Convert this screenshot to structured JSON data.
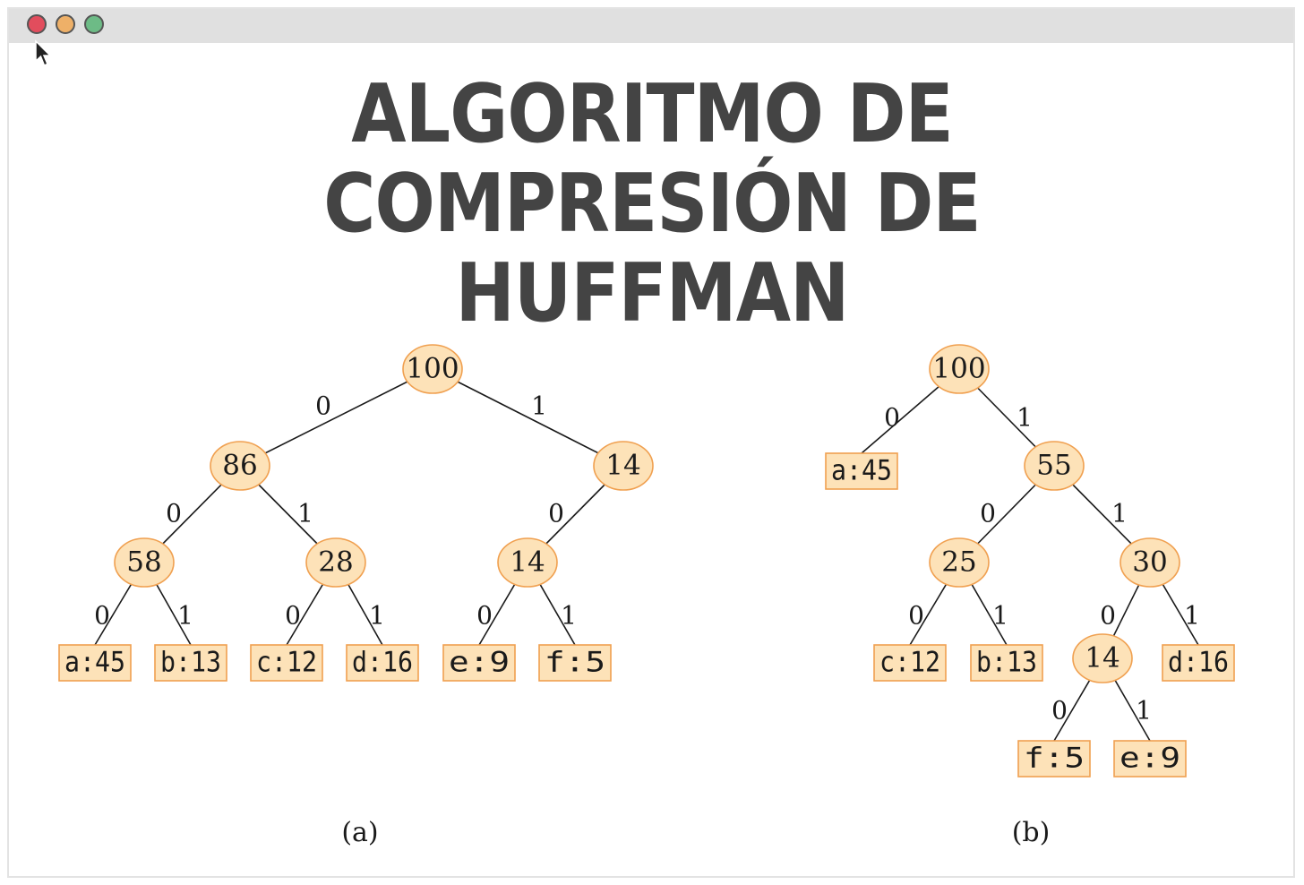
{
  "window": {
    "buttons": [
      {
        "name": "close",
        "color": "#e24d5d"
      },
      {
        "name": "minimize",
        "color": "#eeb068"
      },
      {
        "name": "maximize",
        "color": "#6dbb86"
      }
    ]
  },
  "title": {
    "line1": "ALGORITMO DE COMPRESIÓN DE",
    "line2": "HUFFMAN"
  },
  "colors": {
    "node_fill": "#fde2b8",
    "node_stroke": "#f0a050",
    "title_text": "#444444"
  },
  "trees": [
    {
      "caption": "(a)",
      "nodes": [
        {
          "id": "a_root",
          "label": "100",
          "kind": "inner"
        },
        {
          "id": "a_86",
          "label": "86",
          "kind": "inner"
        },
        {
          "id": "a_14r",
          "label": "14",
          "kind": "inner"
        },
        {
          "id": "a_58",
          "label": "58",
          "kind": "inner"
        },
        {
          "id": "a_28",
          "label": "28",
          "kind": "inner"
        },
        {
          "id": "a_14b",
          "label": "14",
          "kind": "inner"
        },
        {
          "id": "a_a",
          "label": "a:45",
          "kind": "leaf"
        },
        {
          "id": "a_b",
          "label": "b:13",
          "kind": "leaf"
        },
        {
          "id": "a_c",
          "label": "c:12",
          "kind": "leaf"
        },
        {
          "id": "a_d",
          "label": "d:16",
          "kind": "leaf"
        },
        {
          "id": "a_e",
          "label": "e:9",
          "kind": "leaf"
        },
        {
          "id": "a_f",
          "label": "f:5",
          "kind": "leaf"
        }
      ],
      "edges": [
        {
          "from": "a_root",
          "to": "a_86",
          "label": "0"
        },
        {
          "from": "a_root",
          "to": "a_14r",
          "label": "1"
        },
        {
          "from": "a_86",
          "to": "a_58",
          "label": "0"
        },
        {
          "from": "a_86",
          "to": "a_28",
          "label": "1"
        },
        {
          "from": "a_14r",
          "to": "a_14b",
          "label": "0"
        },
        {
          "from": "a_58",
          "to": "a_a",
          "label": "0"
        },
        {
          "from": "a_58",
          "to": "a_b",
          "label": "1"
        },
        {
          "from": "a_28",
          "to": "a_c",
          "label": "0"
        },
        {
          "from": "a_28",
          "to": "a_d",
          "label": "1"
        },
        {
          "from": "a_14b",
          "to": "a_e",
          "label": "0"
        },
        {
          "from": "a_14b",
          "to": "a_f",
          "label": "1"
        }
      ]
    },
    {
      "caption": "(b)",
      "nodes": [
        {
          "id": "b_root",
          "label": "100",
          "kind": "inner"
        },
        {
          "id": "b_a",
          "label": "a:45",
          "kind": "leaf"
        },
        {
          "id": "b_55",
          "label": "55",
          "kind": "inner"
        },
        {
          "id": "b_25",
          "label": "25",
          "kind": "inner"
        },
        {
          "id": "b_30",
          "label": "30",
          "kind": "inner"
        },
        {
          "id": "b_c",
          "label": "c:12",
          "kind": "leaf"
        },
        {
          "id": "b_b",
          "label": "b:13",
          "kind": "leaf"
        },
        {
          "id": "b_14",
          "label": "14",
          "kind": "inner"
        },
        {
          "id": "b_d",
          "label": "d:16",
          "kind": "leaf"
        },
        {
          "id": "b_f",
          "label": "f:5",
          "kind": "leaf"
        },
        {
          "id": "b_e",
          "label": "e:9",
          "kind": "leaf"
        }
      ],
      "edges": [
        {
          "from": "b_root",
          "to": "b_a",
          "label": "0"
        },
        {
          "from": "b_root",
          "to": "b_55",
          "label": "1"
        },
        {
          "from": "b_55",
          "to": "b_25",
          "label": "0"
        },
        {
          "from": "b_55",
          "to": "b_30",
          "label": "1"
        },
        {
          "from": "b_25",
          "to": "b_c",
          "label": "0"
        },
        {
          "from": "b_25",
          "to": "b_b",
          "label": "1"
        },
        {
          "from": "b_30",
          "to": "b_14",
          "label": "0"
        },
        {
          "from": "b_30",
          "to": "b_d",
          "label": "1"
        },
        {
          "from": "b_14",
          "to": "b_f",
          "label": "0"
        },
        {
          "from": "b_14",
          "to": "b_e",
          "label": "1"
        }
      ]
    }
  ]
}
